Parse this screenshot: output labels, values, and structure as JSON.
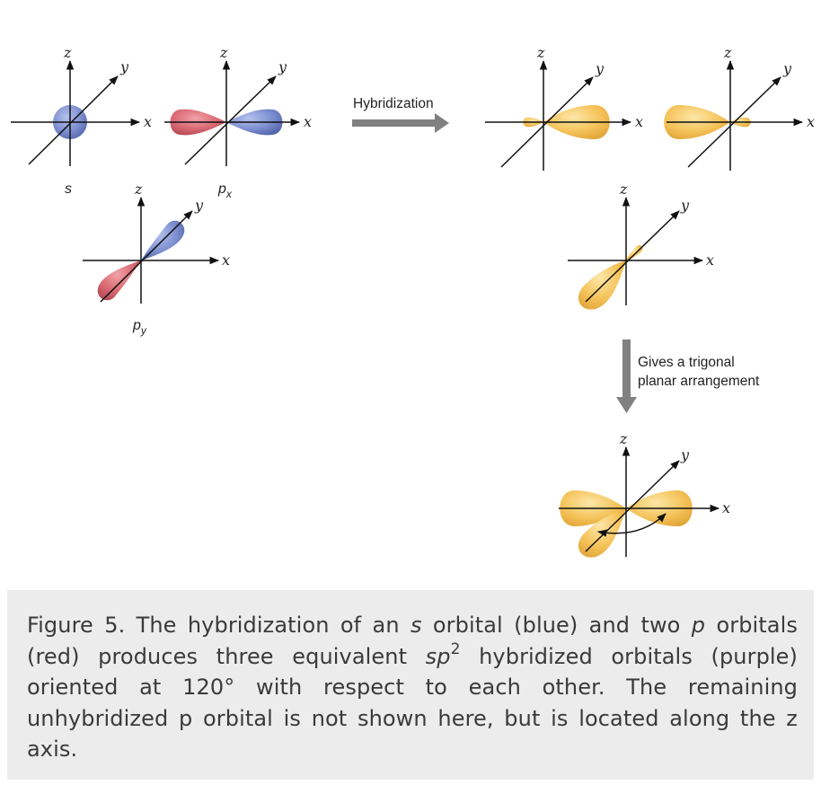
{
  "labels": {
    "axis_x": "x",
    "axis_y": "y",
    "axis_z": "z",
    "orbital_s": "s",
    "orbital_p": "p",
    "sub_x": "x",
    "sub_y": "y"
  },
  "annotations": {
    "hybridization": "Hybridization",
    "gives_line1": "Gives a trigonal",
    "gives_line2": "planar arrangement"
  },
  "caption": {
    "part1": "Figure 5. The hybridization of an ",
    "s": "s",
    "part2": " orbital (blue) and two ",
    "p": "p",
    "part3": " orbitals (red) produces three equivalent ",
    "sp": "sp",
    "sup": "2",
    "part4": " hybridized orbitals (purple) oriented at 120° with respect to each other. The remaining unhybridized p orbital is not shown here, but is located along the z axis."
  },
  "colors": {
    "blue": "#7d8fd0",
    "red": "#d86872",
    "yellow": "#f5c35a",
    "arrow_gray": "#808080",
    "caption_bg": "#ececec"
  }
}
